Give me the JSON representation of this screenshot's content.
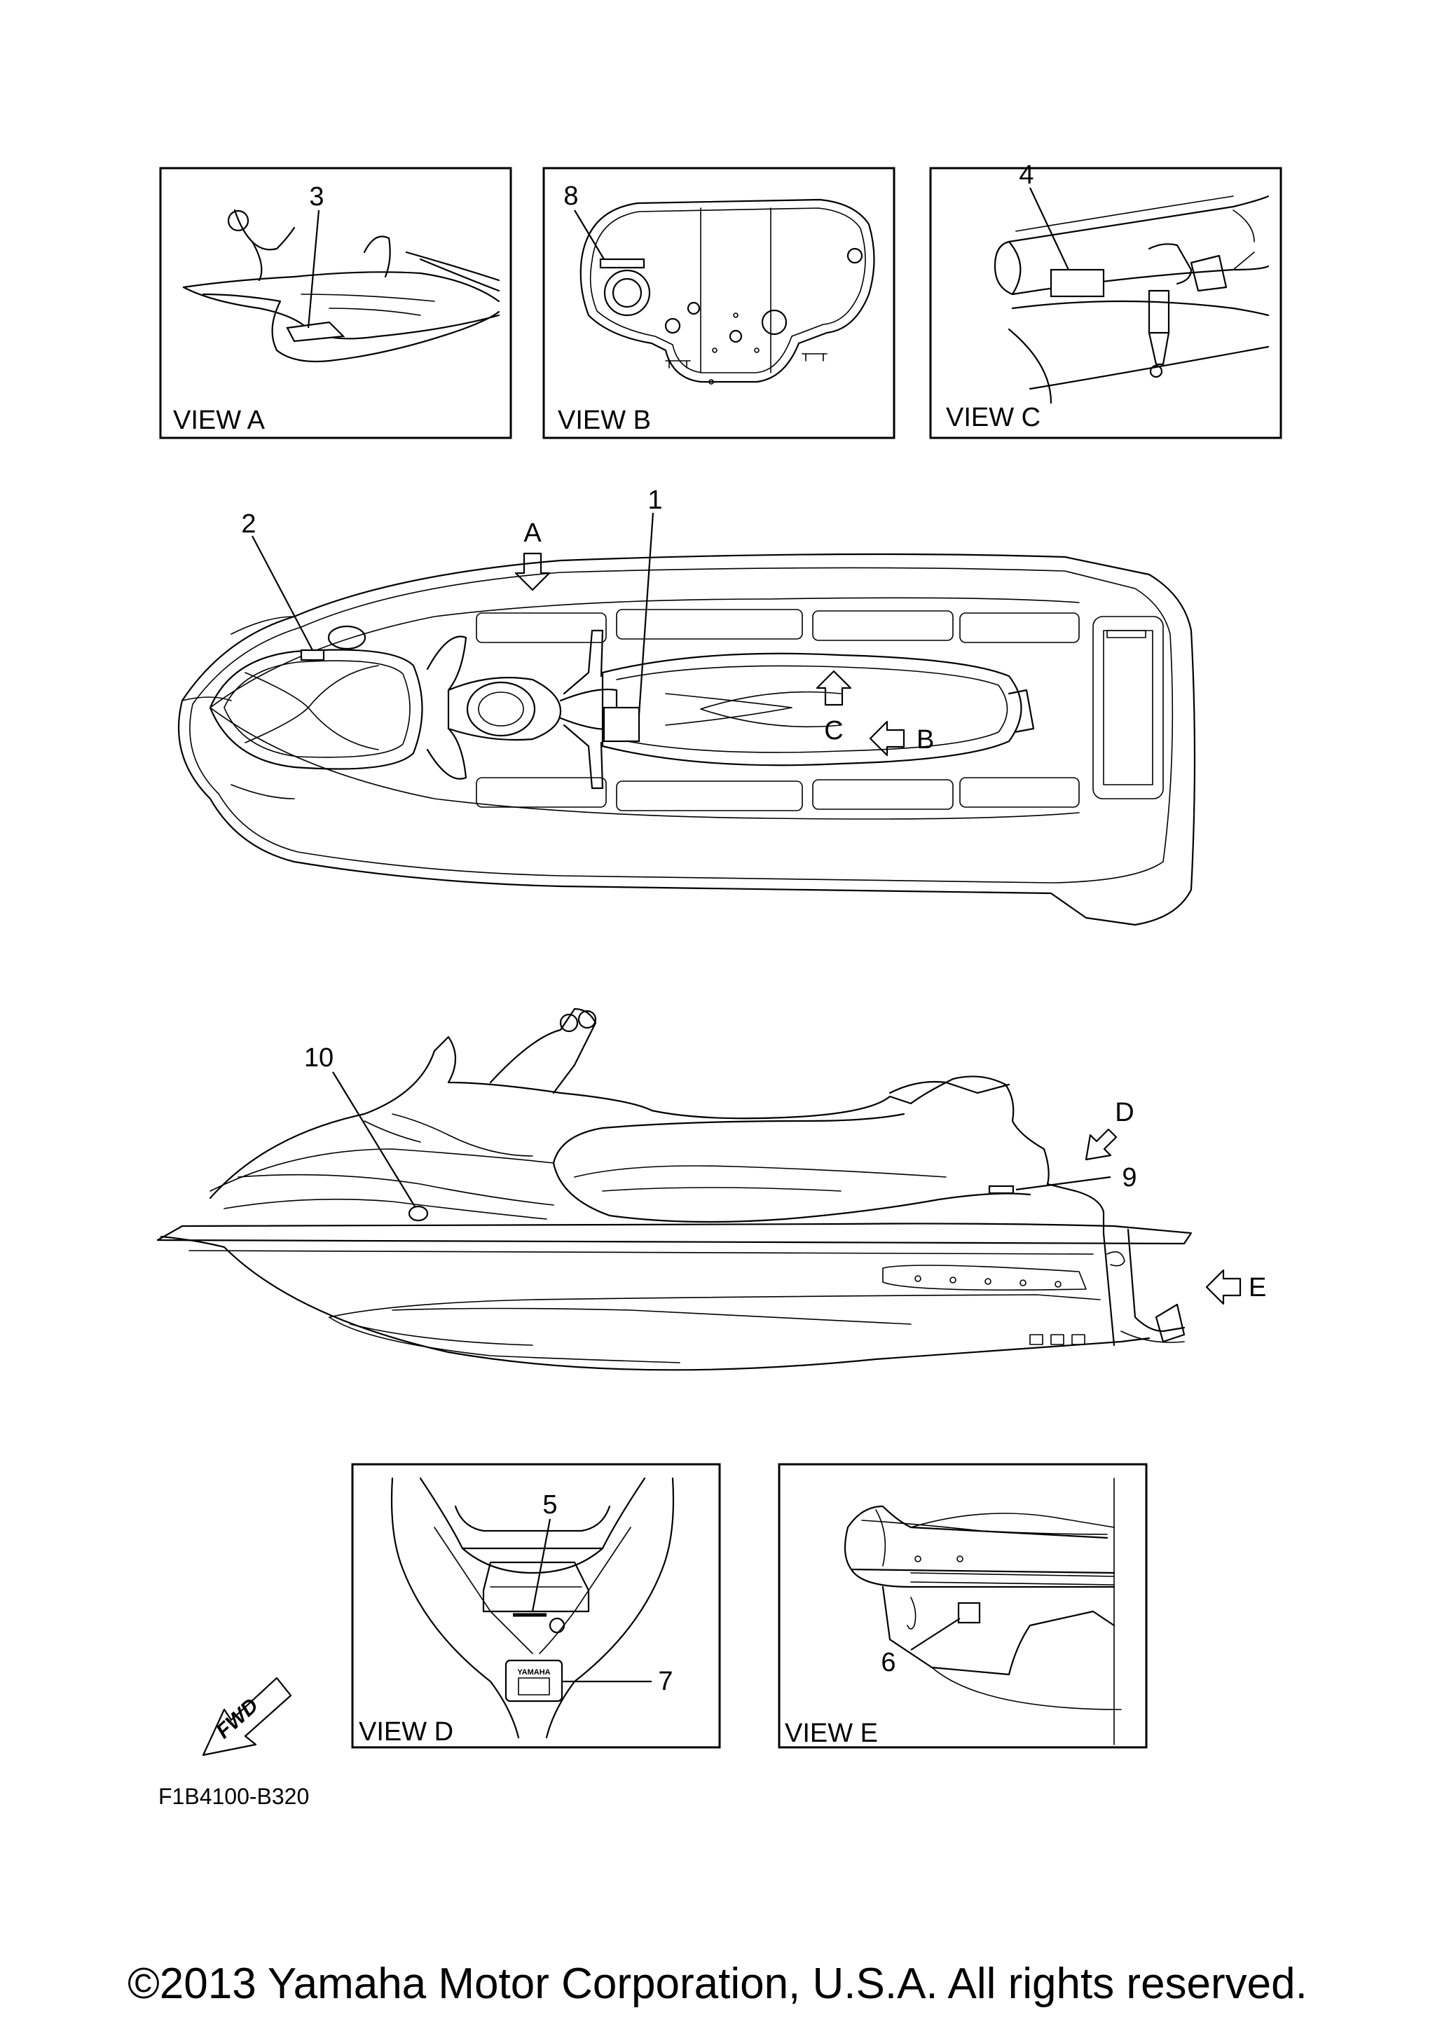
{
  "views": {
    "a": "VIEW A",
    "b": "VIEW B",
    "c": "VIEW C",
    "d": "VIEW D",
    "e": "VIEW E"
  },
  "callouts": {
    "c1": "1",
    "c2": "2",
    "c3": "3",
    "c4": "4",
    "c5": "5",
    "c6": "6",
    "c7": "7",
    "c8": "8",
    "c9": "9",
    "c10": "10"
  },
  "arrows": {
    "a": "A",
    "b": "B",
    "c": "C",
    "d": "D",
    "e": "E"
  },
  "fwd_label": "FWD",
  "logo_text": "YAMAHA",
  "part_code": "F1B4100-B320",
  "copyright": "©2013 Yamaha Motor Corporation, U.S.A. All rights reserved.",
  "icons": [
    "arrow-a-icon",
    "arrow-b-icon",
    "arrow-c-icon",
    "arrow-d-icon",
    "arrow-e-icon",
    "fwd-arrow-icon"
  ]
}
